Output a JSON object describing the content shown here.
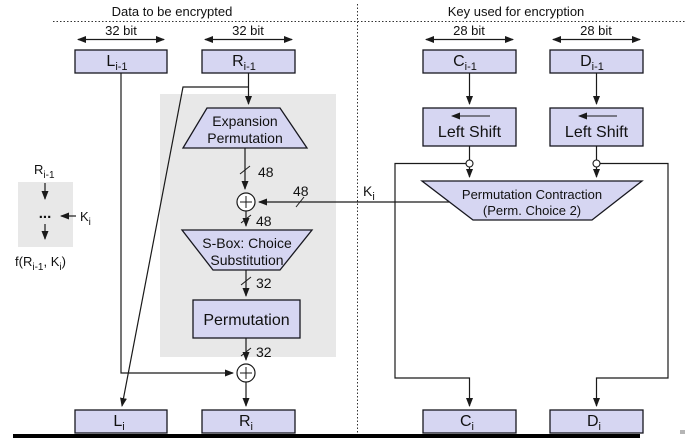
{
  "headers": {
    "left": "Data to be encrypted",
    "right": "Key used for encryption"
  },
  "bit_labels": {
    "l_prev": "32 bit",
    "r_prev": "32 bit",
    "c_prev": "28 bit",
    "d_prev": "28 bit"
  },
  "registers": {
    "l_prev": {
      "main": "L",
      "sub": "i-1"
    },
    "r_prev": {
      "main": "R",
      "sub": "i-1"
    },
    "c_prev": {
      "main": "C",
      "sub": "i-1"
    },
    "d_prev": {
      "main": "D",
      "sub": "i-1"
    },
    "l_next": {
      "main": "L",
      "sub": "i"
    },
    "r_next": {
      "main": "R",
      "sub": "i"
    },
    "c_next": {
      "main": "C",
      "sub": "i"
    },
    "d_next": {
      "main": "D",
      "sub": "i"
    }
  },
  "blocks": {
    "expansion": {
      "line1": "Expansion",
      "line2": "Permutation"
    },
    "sbox": {
      "line1": "S-Box: Choice",
      "line2": "Substitution"
    },
    "permutation": "Permutation",
    "left_shift_c": "Left Shift",
    "left_shift_d": "Left Shift",
    "perm_contraction": {
      "line1": "Permutation Contraction",
      "line2": "(Perm. Choice 2)"
    }
  },
  "wire_labels": {
    "w48_expansion": "48",
    "w48_key": "48",
    "w48_xor": "48",
    "w32_sbox": "32",
    "w32_perm": "32",
    "key": {
      "main": "K",
      "sub": "i"
    }
  },
  "legend": {
    "top": {
      "main": "R",
      "sub": "i-1"
    },
    "dots": "...",
    "key": {
      "main": "K",
      "sub": "i"
    },
    "fn": {
      "p1": "f(R",
      "s1": "i-1",
      "p2": ", K",
      "s2": "i",
      "p3": ")"
    }
  },
  "colors": {
    "box_fill": "#d6d6f2",
    "box_stroke": "#17171f",
    "panel_gray": "#e8e8e8",
    "line": "#1a1a1a"
  }
}
